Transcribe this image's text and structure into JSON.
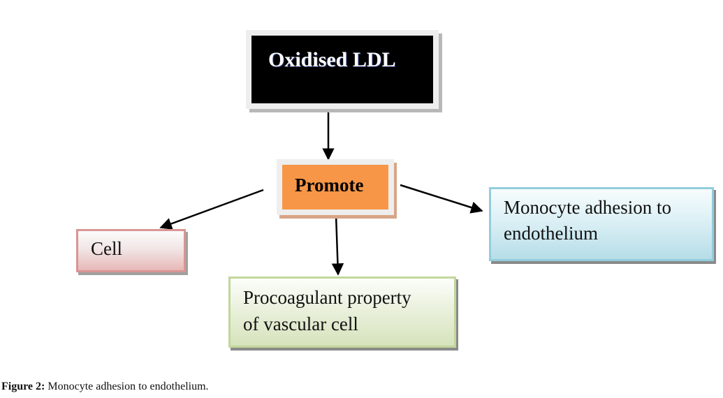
{
  "diagram": {
    "nodes": {
      "oxidised_ldl": {
        "label": "Oxidised LDL",
        "fill": "#000000",
        "text_color": "#ffffff"
      },
      "promote": {
        "label": "Promote",
        "fill": "#f79646",
        "text_color": "#000000"
      },
      "cell": {
        "label": "Cell",
        "border": "#d99594"
      },
      "monocyte": {
        "line1": "Monocyte adhesion to",
        "line2": "endothelium",
        "border": "#92cddc"
      },
      "procoagulant": {
        "line1": "Procoagulant property",
        "line2": "of vascular cell",
        "border": "#c2d69b"
      }
    },
    "edges": [
      {
        "from": "oxidised_ldl",
        "to": "promote"
      },
      {
        "from": "promote",
        "to": "cell"
      },
      {
        "from": "promote",
        "to": "procoagulant"
      },
      {
        "from": "promote",
        "to": "monocyte"
      }
    ]
  },
  "caption": {
    "label": "Figure 2:",
    "text": " Monocyte adhesion to endothelium."
  }
}
